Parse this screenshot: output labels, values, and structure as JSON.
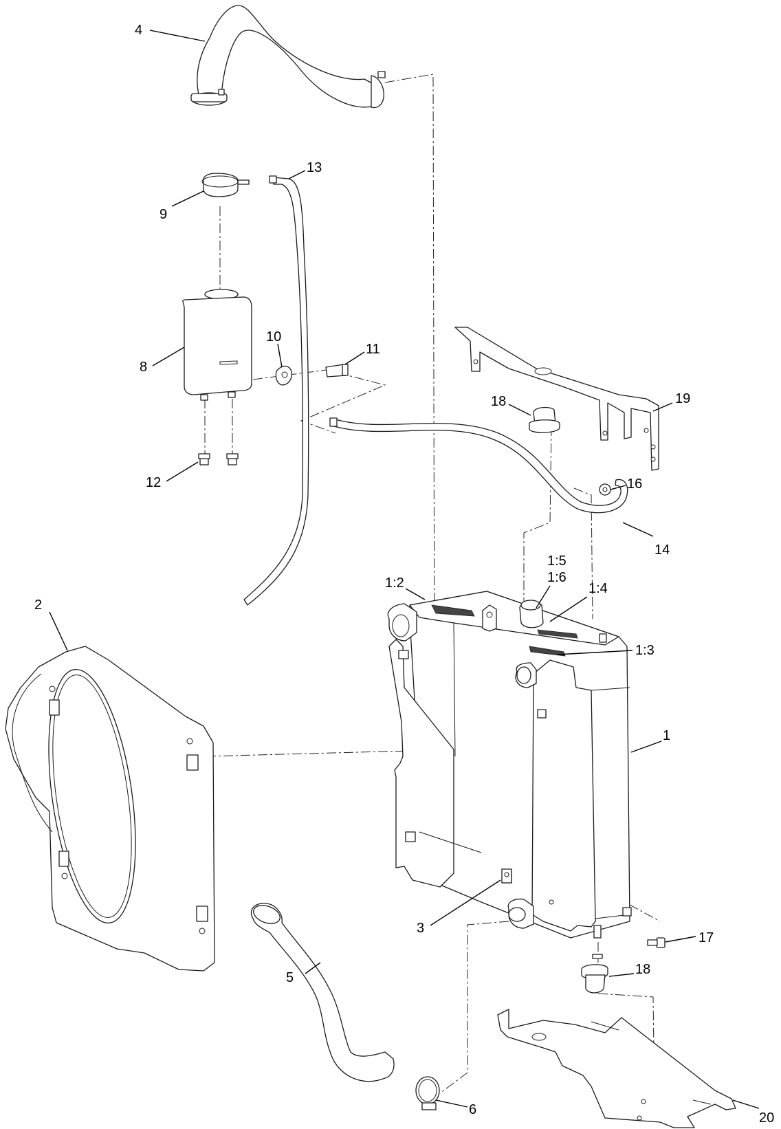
{
  "diagram": {
    "callouts": {
      "c1": "1",
      "c1_2": "1:2",
      "c1_3": "1:3",
      "c1_4": "1:4",
      "c1_5": "1:5",
      "c1_6": "1:6",
      "c2": "2",
      "c3": "3",
      "c4": "4",
      "c5": "5",
      "c6": "6",
      "c8": "8",
      "c9": "9",
      "c10": "10",
      "c11": "11",
      "c12": "12",
      "c13": "13",
      "c14": "14",
      "c16": "16",
      "c17": "17",
      "c18a": "18",
      "c18b": "18",
      "c19": "19",
      "c20": "20"
    }
  }
}
